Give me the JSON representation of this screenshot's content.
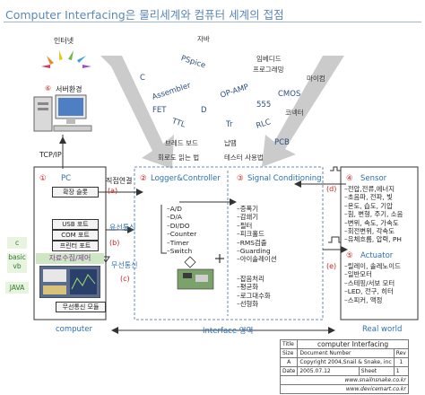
{
  "title": "Computer Interfacing은 물리세계와 컴퓨터 세계의 접점",
  "top": {
    "internet": "인터넷",
    "server_num": "⑥",
    "server": "서버환경",
    "tcpip": "TCP/IP"
  },
  "cloud_terms": [
    "자바",
    "C",
    "PSpice",
    "임베디드",
    "프로그래밍",
    "Assembler",
    "마이컴",
    "OP-AMP",
    "CMOS",
    "FET",
    "D",
    "555",
    "코넥터",
    "TTL",
    "Tr",
    "RLC",
    "브레드 보드",
    "납땜",
    "PCB",
    "회로도 읽는 법",
    "테스터 사용법"
  ],
  "pc": {
    "num": "①",
    "title": "PC",
    "expansion": "확장 슬롯",
    "direct": "직접연결",
    "label_a": "(a)",
    "usb": "USB 포트",
    "com": "COM 포트",
    "printer": "프린터 포트",
    "wired": "유선통신",
    "label_b": "(b)",
    "daq": "자료수집/제어",
    "wireless": "무선통신",
    "label_c": "(c)",
    "wireless_module": "무선통신 모듈"
  },
  "languages": [
    "c",
    "basic\nvb",
    "JAVA"
  ],
  "logger": {
    "num": "②",
    "title": "Logger&Controller",
    "items": [
      "A/D",
      "D/A",
      "DI/DO",
      "Counter",
      "Timer",
      "Switch"
    ]
  },
  "signal": {
    "num": "③",
    "title": "Signal Conditioning",
    "items_top": [
      "증폭기",
      "감쇄기",
      "필터",
      "피크홀드",
      "RMS검출",
      "Guarding",
      "아이솔레이션"
    ],
    "items_bottom": [
      "잡음처리",
      "평균화",
      "로그대수화",
      "선형화"
    ]
  },
  "sensor": {
    "num": "④",
    "title": "Sensor",
    "label_d": "(d)",
    "items": [
      "전압,전류,에너지",
      "초음파, 전파, 빛",
      "온도, 습도, 기압",
      "힘, 변형, 주기, 소음",
      "변위, 속도, 가속도",
      "회전변위, 각속도",
      "유체흐름, 압력, PH"
    ]
  },
  "actuator": {
    "num": "⑤",
    "title": "Actuator",
    "label_e": "(e)",
    "items": [
      "릴레이, 솔레노이드",
      "일반모터",
      "스테핑/서보 모터",
      "LED, 전구, 히터",
      "스피커, 액정"
    ]
  },
  "bottom": {
    "computer": "computer",
    "interface": "Interface 영역",
    "real_world": "Real world"
  },
  "info": {
    "title_label": "Title",
    "title_value": "computer Interfacing",
    "size_label": "Size",
    "size_value": "A",
    "docnum_label": "Document Number",
    "copyright": "Copyright 2004,Snail & Snake, inc",
    "rev_label": "Rev",
    "rev_value": "1",
    "date_label": "Date",
    "date_value": "2005.07.12",
    "sheet_label": "Sheet",
    "sheet_value": "1",
    "url1": "www.snailnsnake.co.kr",
    "url2": "www.devicemart.co.kr"
  },
  "colors": {
    "accent": "#2a6fb5",
    "red": "#cc2222",
    "title": "#5a87b8"
  }
}
